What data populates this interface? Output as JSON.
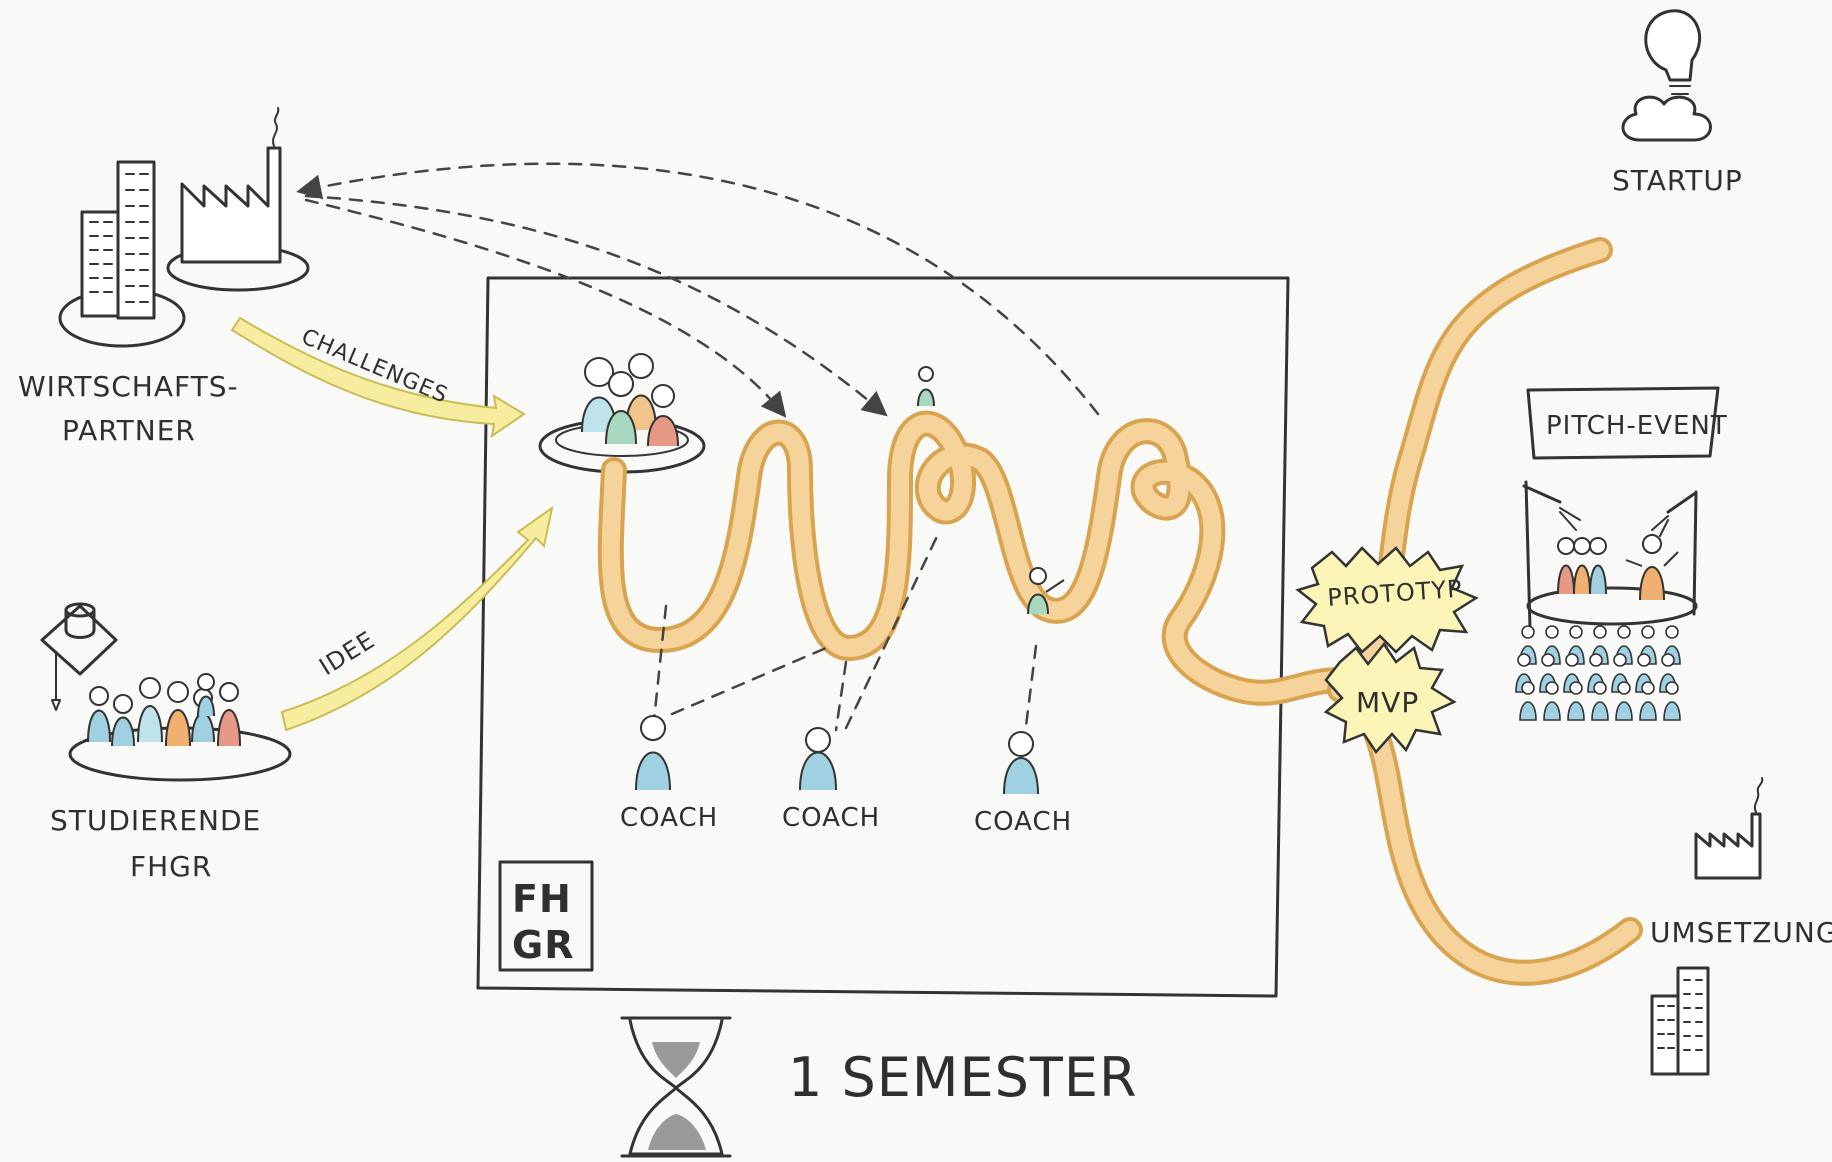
{
  "labels": {
    "partner_line1": "WIRTSCHAFTS-",
    "partner_line2": "PARTNER",
    "students_line1": "STUDIERENDE",
    "students_line2": "FHGR",
    "challenges": "CHALLENGES",
    "idee": "IDEE",
    "coach": "COACH",
    "prototyp": "PROTOTYP",
    "mvp": "MVP",
    "startup": "STARTUP",
    "pitch_event": "PITCH-EVENT",
    "umsetzung": "UMSETZUNG",
    "semester": "1 SEMESTER",
    "fhgr_top": "FH",
    "fhgr_bottom": "GR"
  },
  "icons": [
    "office-buildings-icon",
    "factory-icon",
    "graduation-cap-icon",
    "student-group-icon",
    "team-on-platform-icon",
    "coach-figure-icon",
    "lightbulb-rocket-icon",
    "pitch-stage-icon",
    "audience-icon",
    "hourglass-icon",
    "fhgr-logo-icon"
  ],
  "colors": {
    "path_orange": "#f2c27a",
    "path_stroke": "#d9a450",
    "arrow_yellow": "#f6ed9e",
    "burst_yellow": "#fbf6b8",
    "figure_blue": "#9fd1e3",
    "figure_orange": "#f0b070",
    "figure_red": "#e69a86",
    "ink": "#333333"
  }
}
